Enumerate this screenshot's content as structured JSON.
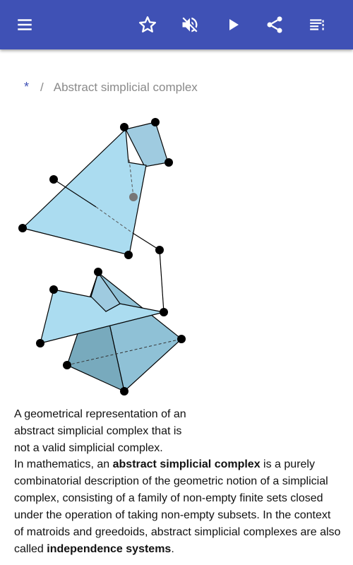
{
  "toolbar": {
    "icons": [
      "menu-icon",
      "star-icon",
      "volume-off-icon",
      "play-icon",
      "share-icon",
      "playlist-icon"
    ],
    "icon_color": "#ffffff",
    "bar_color": "#3f51b5"
  },
  "breadcrumb": {
    "home": "*",
    "separator": "/",
    "current": "Abstract simplicial complex"
  },
  "figure": {
    "caption": "A geometrical representation of an abstract simplicial complex that is not a valid simplicial complex."
  },
  "article": {
    "p1_a": "In mathematics, an ",
    "p1_b1": "abstract simplicial complex",
    "p1_c": " is a purely combinatorial description of the geometric notion of a simplicial complex, consisting of a family of non-empty finite sets closed under the operation of taking non-empty subsets. In the context of matroids and greedoids, abstract simplicial complexes are also called ",
    "p1_b2": "independence systems",
    "p1_d": "."
  }
}
